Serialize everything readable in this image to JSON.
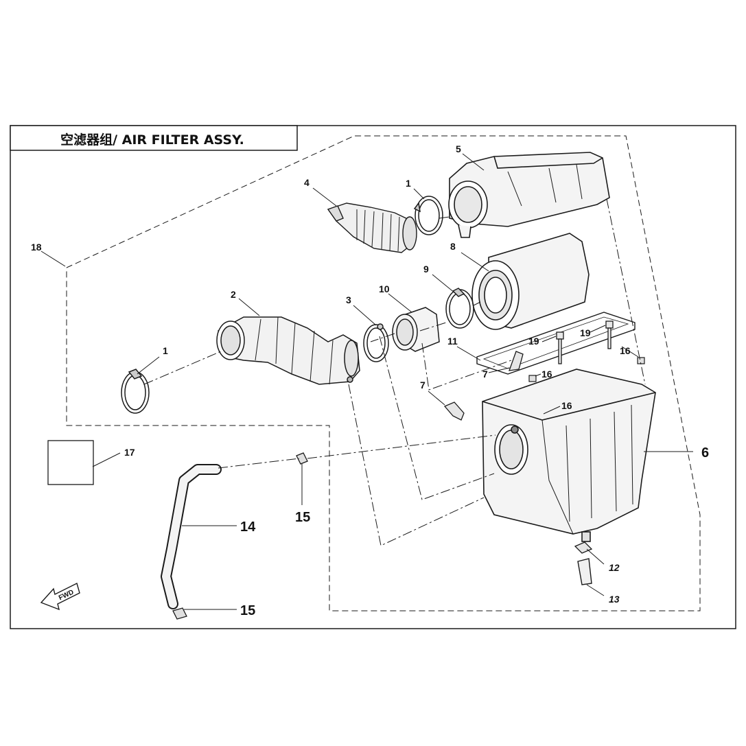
{
  "title": "空滤器组/ AIR FILTER ASSY.",
  "fwd_label": "FWD",
  "callouts": {
    "c1_top": "1",
    "c1_left": "1",
    "c2": "2",
    "c3": "3",
    "c4": "4",
    "c5": "5",
    "c6": "6",
    "c7_a": "7",
    "c7_b": "7",
    "c8": "8",
    "c9": "9",
    "c10": "10",
    "c11": "11",
    "c12": "12",
    "c13": "13",
    "c14": "14",
    "c15_a": "15",
    "c15_b": "15",
    "c16_a": "16",
    "c16_b": "16",
    "c16_c": "16",
    "c17": "17",
    "c18": "18",
    "c19_a": "19",
    "c19_b": "19"
  },
  "colors": {
    "line": "#1a1a1a",
    "part_fill": "#f4f4f4",
    "shade": "#d6d6d6"
  }
}
